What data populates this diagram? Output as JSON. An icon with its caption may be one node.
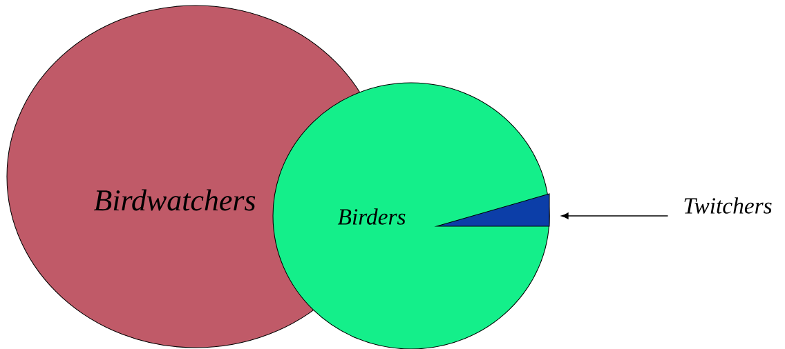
{
  "diagram": {
    "nodes": [
      {
        "text": [
          "Birdwatchers"
        ]
      },
      {
        "text": [
          "Birders"
        ]
      },
      {
        "text": [],
        "shape": "wedge",
        "in": 1
      },
      {
        "text": [
          "Twitchers"
        ]
      }
    ],
    "edges": [
      {
        "from": 3,
        "to": 2,
        "arrow": "to"
      }
    ]
  }
}
